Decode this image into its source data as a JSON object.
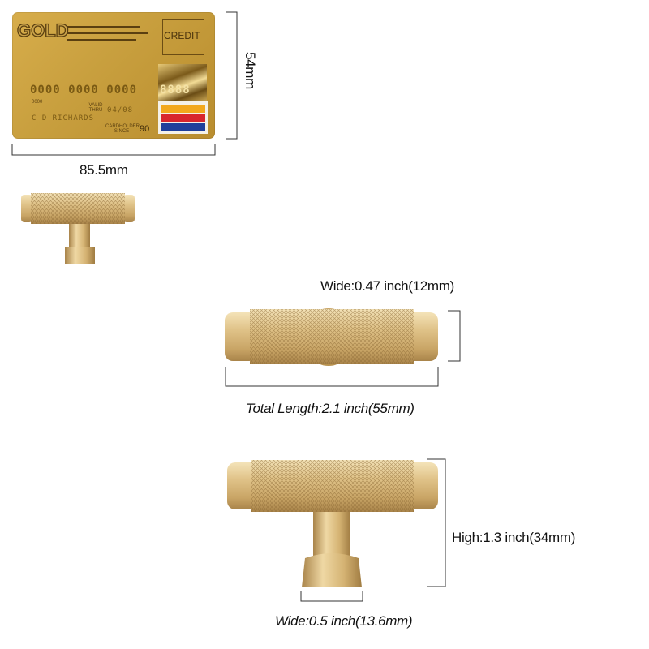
{
  "card": {
    "brand": "GOLD",
    "type": "CREDIT",
    "number": "0000 0000 0000",
    "hologram_digits": "8888",
    "small_number": "0000",
    "valid_thru": "VALID THRU",
    "expiry": "04/08",
    "holder_name": "C D RICHARDS",
    "member_since_label": "CARDHOLDER SINCE",
    "member_since": "90",
    "flag_colors": [
      "#f2a81d",
      "#d8262d",
      "#1f3f9b"
    ]
  },
  "dimensions": {
    "card_width": "85.5mm",
    "card_height": "54mm",
    "bar_width": "Wide:0.47 inch(12mm)",
    "total_length": "Total Length:2.1 inch(55mm)",
    "height": "High:1.3 inch(34mm)",
    "base_width": "Wide:0.5 inch(13.6mm)"
  },
  "colors": {
    "brass_light": "#efd8a4",
    "brass_mid": "#d9b97a",
    "brass_dark": "#a9844a",
    "dimension_line": "#333333"
  }
}
